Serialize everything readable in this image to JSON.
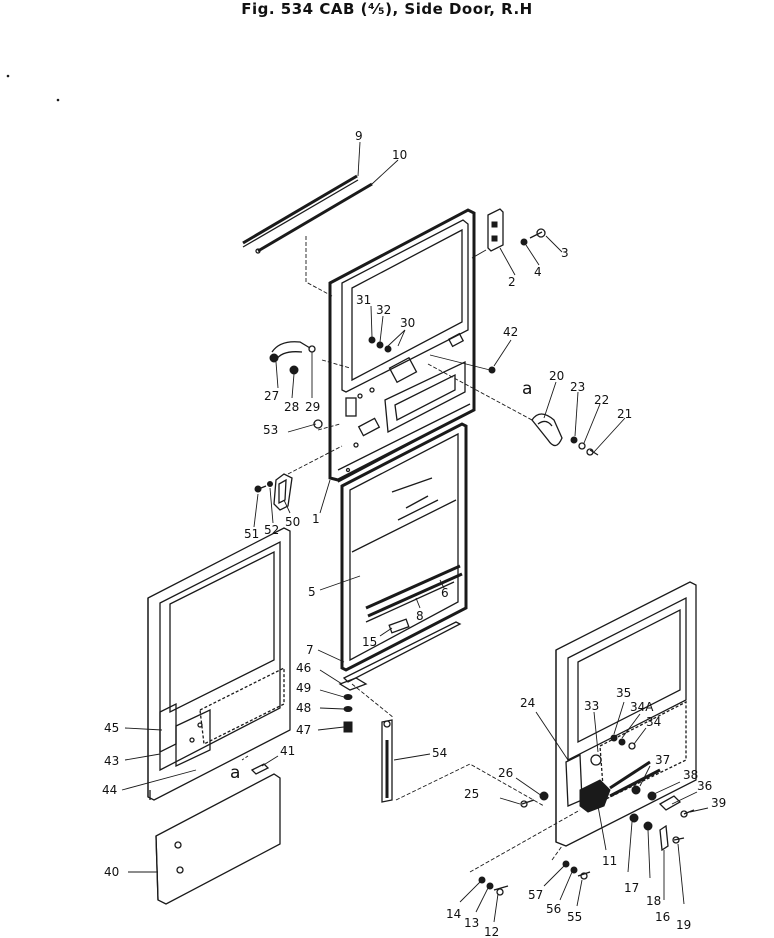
{
  "figure": {
    "title": "Fig. 534  CAB (⁴⁄₅), Side Door, R.H"
  },
  "callouts": [
    {
      "id": "9",
      "label": "9"
    },
    {
      "id": "10",
      "label": "10"
    },
    {
      "id": "2",
      "label": "2"
    },
    {
      "id": "4",
      "label": "4"
    },
    {
      "id": "3",
      "label": "3"
    },
    {
      "id": "31",
      "label": "31"
    },
    {
      "id": "32",
      "label": "32"
    },
    {
      "id": "30",
      "label": "30"
    },
    {
      "id": "42",
      "label": "42"
    },
    {
      "id": "27",
      "label": "27"
    },
    {
      "id": "28",
      "label": "28"
    },
    {
      "id": "29",
      "label": "29"
    },
    {
      "id": "20",
      "label": "20"
    },
    {
      "id": "23",
      "label": "23"
    },
    {
      "id": "22",
      "label": "22"
    },
    {
      "id": "21",
      "label": "21"
    },
    {
      "id": "53",
      "label": "53"
    },
    {
      "id": "51",
      "label": "51"
    },
    {
      "id": "52",
      "label": "52"
    },
    {
      "id": "50",
      "label": "50"
    },
    {
      "id": "1",
      "label": "1"
    },
    {
      "id": "5",
      "label": "5"
    },
    {
      "id": "6",
      "label": "6"
    },
    {
      "id": "8",
      "label": "8"
    },
    {
      "id": "15",
      "label": "15"
    },
    {
      "id": "7",
      "label": "7"
    },
    {
      "id": "46",
      "label": "46"
    },
    {
      "id": "49",
      "label": "49"
    },
    {
      "id": "48",
      "label": "48"
    },
    {
      "id": "47",
      "label": "47"
    },
    {
      "id": "54",
      "label": "54"
    },
    {
      "id": "45",
      "label": "45"
    },
    {
      "id": "43",
      "label": "43"
    },
    {
      "id": "44",
      "label": "44"
    },
    {
      "id": "41",
      "label": "41"
    },
    {
      "id": "40",
      "label": "40"
    },
    {
      "id": "24",
      "label": "24"
    },
    {
      "id": "33",
      "label": "33"
    },
    {
      "id": "35",
      "label": "35"
    },
    {
      "id": "34A",
      "label": "34A"
    },
    {
      "id": "34",
      "label": "34"
    },
    {
      "id": "37",
      "label": "37"
    },
    {
      "id": "38",
      "label": "38"
    },
    {
      "id": "36",
      "label": "36"
    },
    {
      "id": "39",
      "label": "39"
    },
    {
      "id": "26",
      "label": "26"
    },
    {
      "id": "25",
      "label": "25"
    },
    {
      "id": "11",
      "label": "11"
    },
    {
      "id": "17",
      "label": "17"
    },
    {
      "id": "18",
      "label": "18"
    },
    {
      "id": "16",
      "label": "16"
    },
    {
      "id": "19",
      "label": "19"
    },
    {
      "id": "57",
      "label": "57"
    },
    {
      "id": "56",
      "label": "56"
    },
    {
      "id": "55",
      "label": "55"
    },
    {
      "id": "14",
      "label": "14"
    },
    {
      "id": "13",
      "label": "13"
    },
    {
      "id": "12",
      "label": "12"
    }
  ],
  "reference_marks": [
    {
      "id": "a-upper",
      "label": "a"
    },
    {
      "id": "a-lower",
      "label": "a"
    }
  ]
}
